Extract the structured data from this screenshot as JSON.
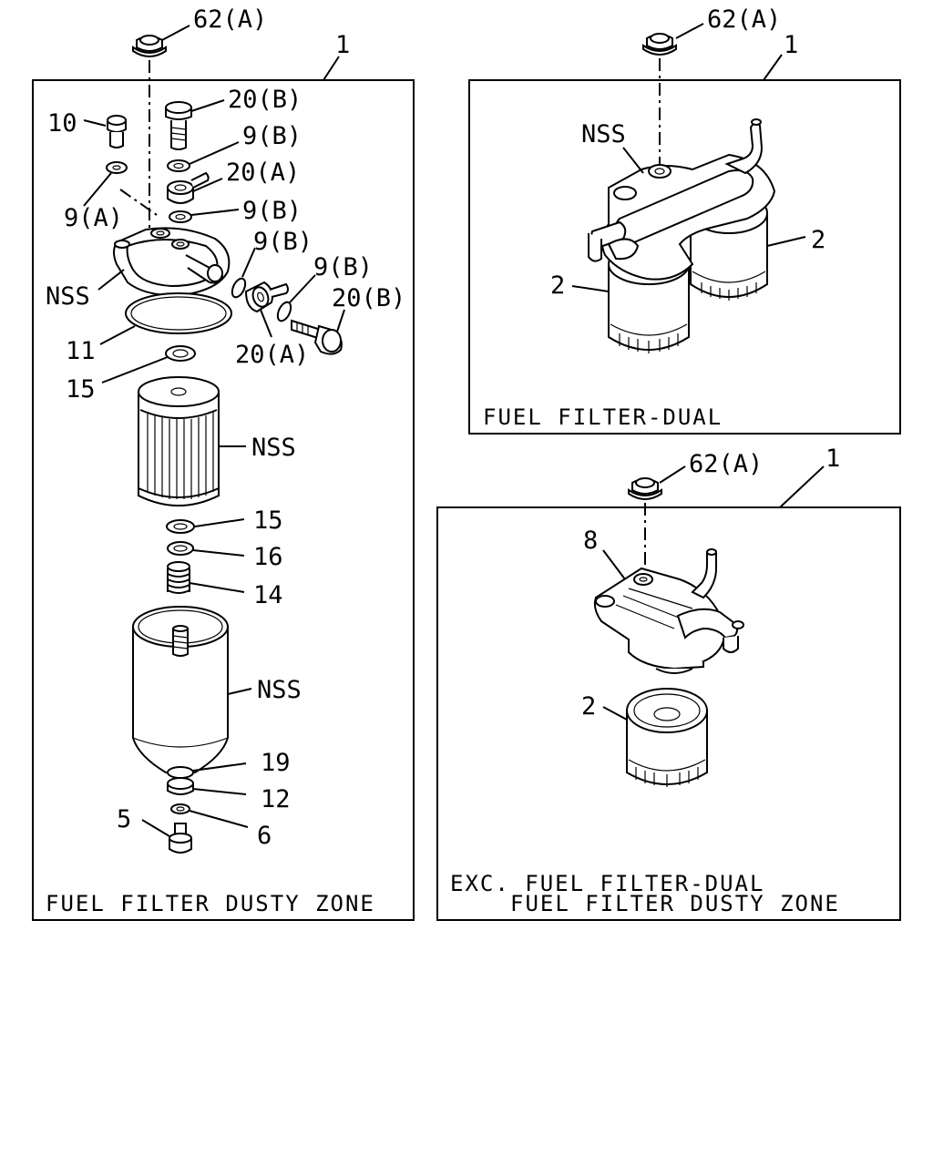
{
  "panel_left": {
    "callout": "1",
    "caption": "FUEL FILTER DUSTY ZONE",
    "labels": {
      "bolt_top": "62(A)",
      "bolt_20b_top": "20(B)",
      "plug_10": "10",
      "washer_9b_1": "9(B)",
      "washer_9a": "9(A)",
      "eye_20a_top": "20(A)",
      "washer_9b_2": "9(B)",
      "washer_9b_3": "9(B)",
      "washer_9b_4": "9(B)",
      "bolt_20b_side": "20(B)",
      "head_nss": "NSS",
      "oring_11": "11",
      "eye_20a_side": "20(A)",
      "seal_15_top": "15",
      "element_nss": "NSS",
      "seal_15_bottom": "15",
      "ring_16": "16",
      "spring_14": "14",
      "bowl_nss": "NSS",
      "part_19": "19",
      "part_12": "12",
      "bolt_5": "5",
      "washer_6": "6"
    }
  },
  "panel_dual": {
    "callout": "1",
    "caption": "FUEL FILTER-DUAL",
    "labels": {
      "bolt_top": "62(A)",
      "head_nss": "NSS",
      "cartridge_right": "2",
      "cartridge_left": "2"
    }
  },
  "panel_std": {
    "callout": "1",
    "caption_line1": "EXC. FUEL FILTER-DUAL",
    "caption_line2": "FUEL FILTER DUSTY ZONE",
    "labels": {
      "bolt_top": "62(A)",
      "head_8": "8",
      "cartridge": "2"
    }
  }
}
